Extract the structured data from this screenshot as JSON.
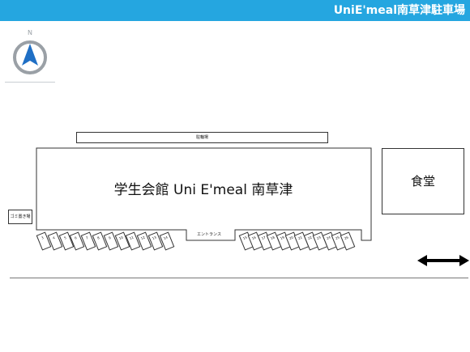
{
  "header": {
    "title": "UniE'meal南草津駐車場"
  },
  "compass": {
    "label": "N",
    "icon": "north-arrow-icon"
  },
  "map": {
    "bike_parking": "駐輪場",
    "building": "学生会館 Uni E'meal 南草津",
    "entrance": "エントランス",
    "cafeteria": "食堂",
    "trash": "ゴミ置き場",
    "left_spots": [
      "3",
      "4",
      "5",
      "6",
      "7",
      "8",
      "9",
      "10",
      "11",
      "12",
      "13",
      "14"
    ],
    "right_spots": [
      "15",
      "16",
      "17",
      "18",
      "19",
      "20",
      "21",
      "22",
      "23",
      "24",
      "25",
      "26"
    ]
  },
  "colors": {
    "header": "#25a6e0",
    "compass_arrow": "#1f6fc5",
    "compass_ring": "#9aa0a6"
  }
}
